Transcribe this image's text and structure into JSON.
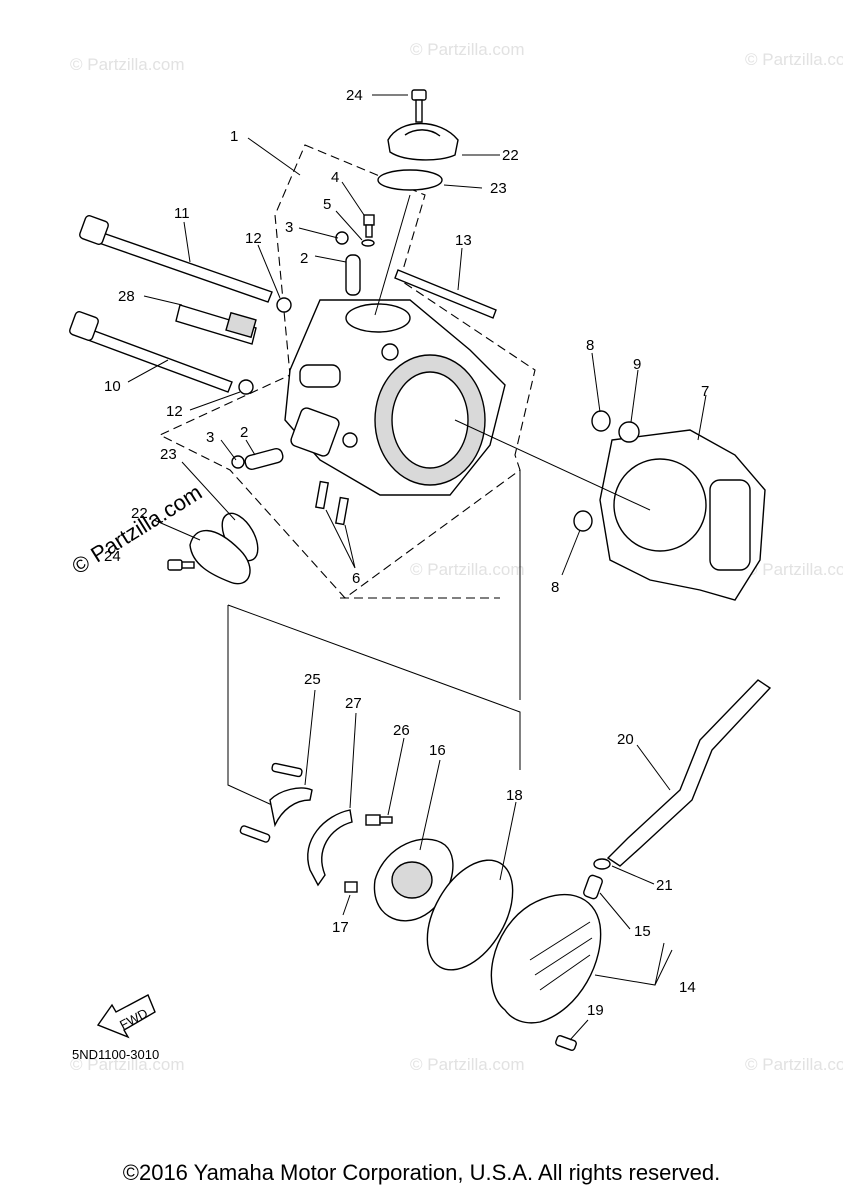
{
  "watermark_text": "© Partzilla.com",
  "diagram_code": "5ND1100-3010",
  "fwd_label": "FWD",
  "copyright": "©2016 Yamaha Motor Corporation, U.S.A. All rights reserved.",
  "callouts": {
    "c1": "1",
    "c2a": "2",
    "c2b": "2",
    "c3a": "3",
    "c3b": "3",
    "c4": "4",
    "c5": "5",
    "c6": "6",
    "c7": "7",
    "c8a": "8",
    "c8b": "8",
    "c9": "9",
    "c10": "10",
    "c11": "11",
    "c12a": "12",
    "c12b": "12",
    "c13": "13",
    "c14": "14",
    "c15": "15",
    "c16": "16",
    "c17": "17",
    "c18": "18",
    "c19": "19",
    "c20": "20",
    "c21": "21",
    "c22a": "22",
    "c22b": "22",
    "c23a": "23",
    "c23b": "23",
    "c24a": "24",
    "c24b": "24",
    "c25": "25",
    "c26": "26",
    "c27": "27",
    "c28": "28"
  }
}
